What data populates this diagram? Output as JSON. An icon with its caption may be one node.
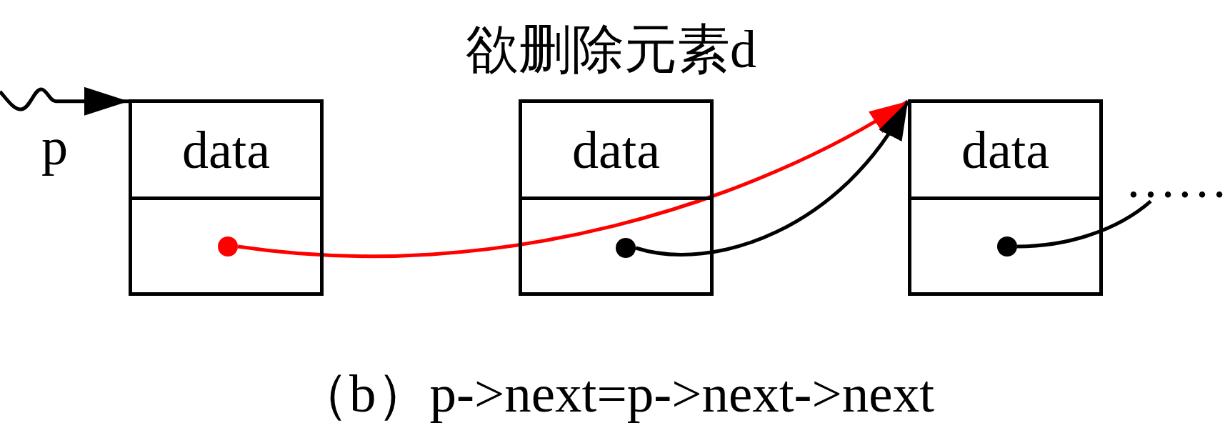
{
  "diagram": {
    "caption": "（b）p->next=p->next->next",
    "nodes": [
      {
        "text": [],
        "shape": "box"
      },
      {
        "text": [
          "data"
        ],
        "in": 0
      },
      {
        "text": [],
        "shape": "box",
        "in": 0
      },
      {
        "text": [],
        "shape": "circle",
        "in": 2
      },
      {
        "text": [],
        "shape": "box",
        "beside": [
          "欲删除元素d"
        ]
      },
      {
        "text": [
          "data"
        ],
        "in": 4
      },
      {
        "text": [],
        "shape": "box",
        "in": 4
      },
      {
        "text": [],
        "shape": "circle",
        "in": 6
      },
      {
        "text": [],
        "shape": "box"
      },
      {
        "text": [
          "data"
        ],
        "in": 8
      },
      {
        "text": [],
        "shape": "box",
        "in": 8
      },
      {
        "text": [],
        "shape": "circle",
        "in": 10
      },
      {
        "text": [
          "……"
        ]
      }
    ],
    "edges": [
      {
        "from": null,
        "to": 0,
        "arrow": "to",
        "label": "p"
      },
      {
        "from": 3,
        "to": 8,
        "arrow": "to",
        "color": "#ff0000"
      },
      {
        "from": 7,
        "to": 8,
        "arrow": "to"
      },
      {
        "from": 11,
        "to": 12,
        "arrow": "none"
      }
    ]
  }
}
